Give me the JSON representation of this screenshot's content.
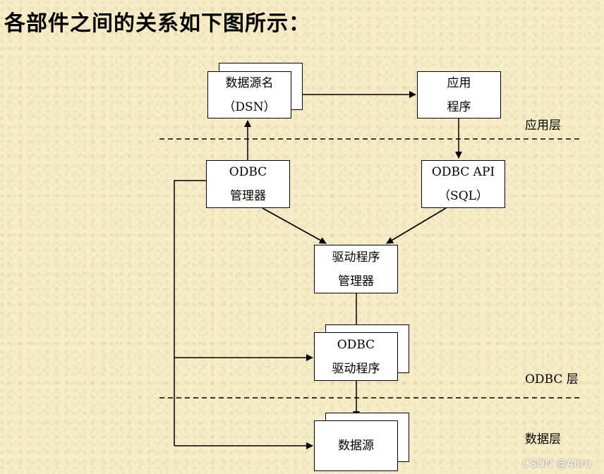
{
  "title": "各部件之间的关系如下图所示：",
  "boxes": {
    "dsn": {
      "line1": "数据源名",
      "line2": "（DSN）"
    },
    "application": {
      "line1": "应用",
      "line2": "程序"
    },
    "odbc_manager": {
      "line1": "ODBC",
      "line2": "管理器"
    },
    "odbc_api": {
      "line1": "ODBC API",
      "line2": "（SQL）"
    },
    "driver_manager": {
      "line1": "驱动程序",
      "line2": "管理器"
    },
    "odbc_driver": {
      "line1": "ODBC",
      "line2": "驱动程序"
    },
    "data_source": {
      "line1": "数据源"
    }
  },
  "layers": {
    "application_layer": "应用层",
    "odbc_layer": "ODBC 层",
    "data_layer": "数据层"
  },
  "watermark": "CSDN @Abro."
}
